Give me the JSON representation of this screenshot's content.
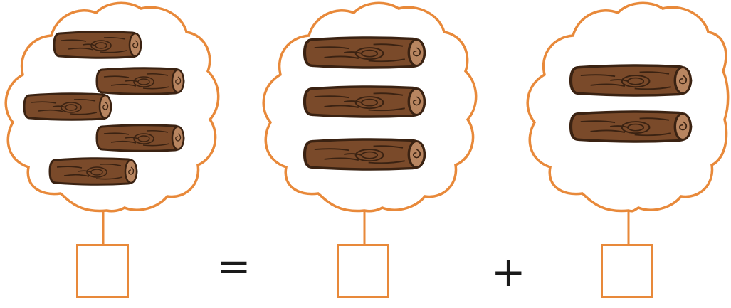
{
  "colors": {
    "outline": "#e8893a",
    "log_fill": "#7a4a2a",
    "log_dark": "#3a2212",
    "log_end": "#b88560",
    "text": "#1a1a1a"
  },
  "icons": {
    "cloud": "cloud-bubble-icon",
    "log": "wooden-log-icon",
    "box": "answer-box"
  },
  "groups": [
    {
      "log_count": 5,
      "answer": ""
    },
    {
      "log_count": 3,
      "answer": ""
    },
    {
      "log_count": 2,
      "answer": ""
    }
  ],
  "operators": {
    "equals": "=",
    "plus": "+"
  }
}
